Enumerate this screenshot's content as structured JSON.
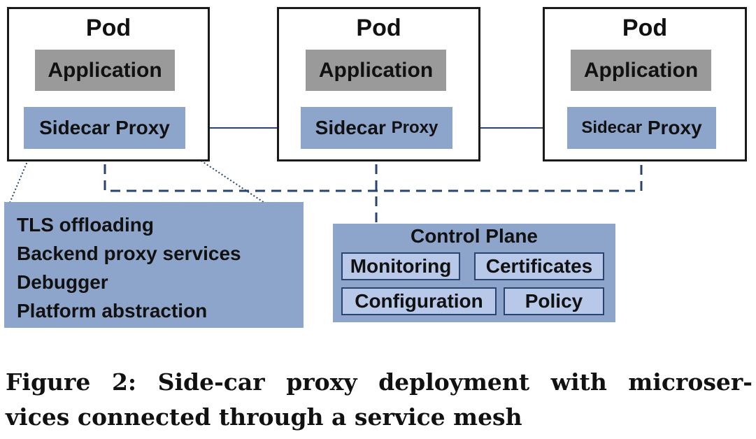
{
  "pods": [
    {
      "title": "Pod",
      "application": "Application",
      "proxy_a": "Sidecar",
      "proxy_b": "Proxy"
    },
    {
      "title": "Pod",
      "application": "Application",
      "proxy_a": "Sidecar",
      "proxy_b": "Proxy"
    },
    {
      "title": "Pod",
      "application": "Application",
      "proxy_a": "Sidecar",
      "proxy_b": "Proxy"
    }
  ],
  "features": [
    "TLS offloading",
    "Backend proxy services",
    "Debugger",
    "Platform abstraction"
  ],
  "control_plane": {
    "title": "Control Plane",
    "items": [
      "Monitoring",
      "Certificates",
      "Configuration",
      "Policy"
    ]
  },
  "caption": {
    "line1": "Figure 2: Side-car proxy deployment with microser-",
    "line2": "vices connected through a service mesh"
  },
  "colors": {
    "application": "#9a9a9a",
    "proxy": "#8ea5cb",
    "control_item": "#b7c8e8",
    "connector": "#2a4470"
  }
}
